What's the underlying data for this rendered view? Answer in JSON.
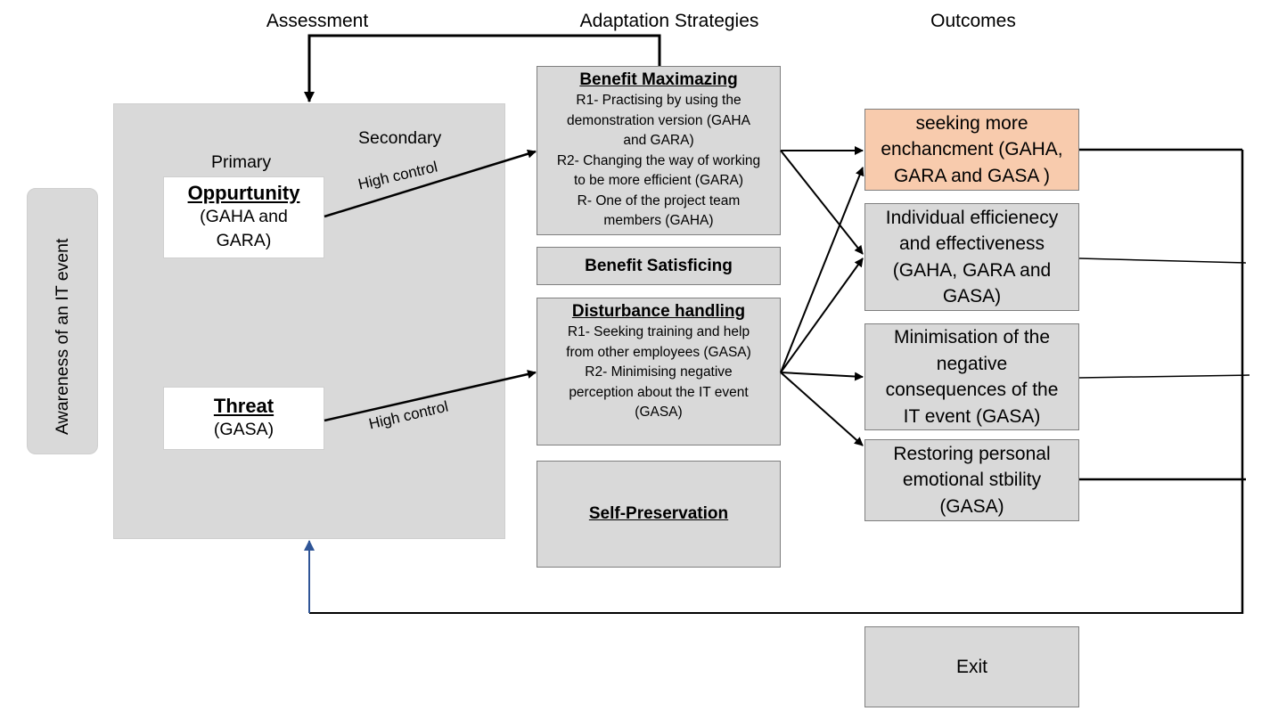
{
  "headers": {
    "assessment": "Assessment",
    "adaptation": "Adaptation Strategies",
    "outcomes": "Outcomes"
  },
  "awareness": {
    "label": "Awareness of an IT event"
  },
  "assessment_panel": {
    "primary_label": "Primary",
    "secondary_label": "Secondary",
    "opportunity": {
      "title": "Oppurtunity",
      "sub": "(GAHA and\nGARA)"
    },
    "threat": {
      "title": "Threat",
      "sub": "(GASA)"
    },
    "high_control_top": "High control",
    "high_control_bottom": "High control"
  },
  "strategies": {
    "benefit_max": {
      "title": "Benefit Maximazing",
      "text": "R1- Practising by using the\ndemonstration version (GAHA\nand GARA)\nR2- Changing the way of working\nto be more efficient (GARA)\nR- One of the project team\nmembers (GAHA)"
    },
    "benefit_sat": {
      "title": "Benefit Satisficing"
    },
    "disturbance": {
      "title": "Disturbance handling",
      "text": "R1- Seeking training and help\nfrom other employees (GASA)\nR2- Minimising negative\nperception about the IT event\n(GASA)"
    },
    "self_pres": {
      "title": "Self-Preservation"
    }
  },
  "outcomes": {
    "seeking": "seeking more\nenchancment (GAHA,\nGARA and GASA )",
    "individual": "Individual efficienecy\nand effectiveness\n(GAHA, GARA and\nGASA)",
    "minimisation": "Minimisation of the\nnegative\nconsequences of the\nIT event (GASA)",
    "restoring": "Restoring personal\nemotional stbility\n(GASA)",
    "exit": "Exit"
  },
  "colors": {
    "panel": "#d9d9d9",
    "highlight": "#f8cbad",
    "feedback_arrow": "#4472c4"
  }
}
